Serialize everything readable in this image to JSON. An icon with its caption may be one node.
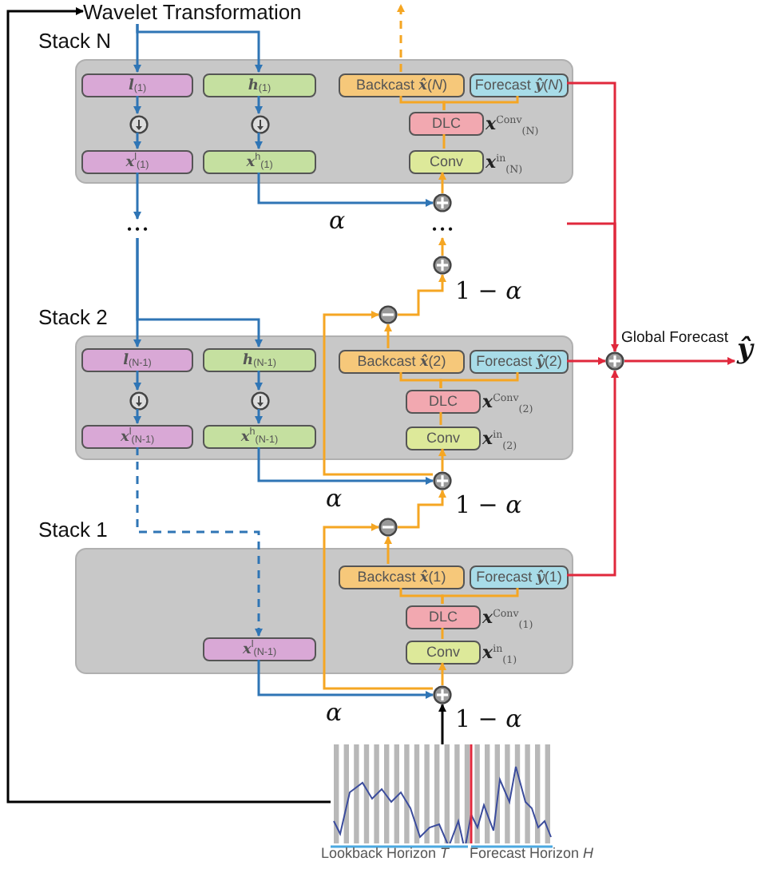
{
  "diagram": {
    "nodes": [
      {
        "text": [
          "Wavelet Transformation"
        ]
      },
      {
        "text": [
          "Stack N"
        ]
      },
      {
        "text": [
          "**l**$_{(1)}$"
        ],
        "in": 1
      },
      {
        "text": [
          "**h**$_{(1)}$"
        ],
        "in": 1
      },
      {
        "text": [
          "Backcast **x̂**(*N*)"
        ],
        "in": 1
      },
      {
        "text": [
          "Forecast **ŷ**(*N*)"
        ],
        "in": 1
      },
      {
        "text": [],
        "shape": "circle",
        "in": 1
      },
      {
        "text": [],
        "shape": "circle",
        "in": 1
      },
      {
        "text": [
          "DLC"
        ],
        "in": 1,
        "beside": [
          "**x**$^{Conv}$$_{(N)}$"
        ]
      },
      {
        "text": [
          "**x**$^{l}$$_{(1)}$"
        ],
        "in": 1
      },
      {
        "text": [
          "**x**$^{h}$$_{(1)}$"
        ],
        "in": 1
      },
      {
        "text": [
          "Conv"
        ],
        "in": 1,
        "beside": [
          "**x**$^{in}$$_{(N)}$"
        ]
      },
      {
        "text": [],
        "shape": "circle"
      },
      {
        "text": [
          "• • •"
        ]
      },
      {
        "text": [
          "• • •"
        ]
      },
      {
        "text": [],
        "shape": "circle"
      },
      {
        "text": [],
        "shape": "circle"
      },
      {
        "text": [
          "Stack 2"
        ]
      },
      {
        "text": [
          "**l**$_{(N-1)}$"
        ],
        "in": 17
      },
      {
        "text": [
          "**h**$_{(N-1)}$"
        ],
        "in": 17
      },
      {
        "text": [
          "Backcast **x̂**(2)"
        ],
        "in": 17
      },
      {
        "text": [
          "Forecast **ŷ**(2)"
        ],
        "in": 17
      },
      {
        "text": [],
        "shape": "circle",
        "in": 17
      },
      {
        "text": [],
        "shape": "circle",
        "in": 17
      },
      {
        "text": [
          "DLC"
        ],
        "in": 17,
        "beside": [
          "**x**$^{Conv}$$_{(2)}$"
        ]
      },
      {
        "text": [
          "**x**$^{l}$$_{(N-1)}$"
        ],
        "in": 17
      },
      {
        "text": [
          "**x**$^{h}$$_{(N-1)}$"
        ],
        "in": 17
      },
      {
        "text": [
          "Conv"
        ],
        "in": 17,
        "beside": [
          "**x**$^{in}$$_{(2)}$"
        ]
      },
      {
        "text": [],
        "shape": "circle"
      },
      {
        "text": [],
        "shape": "circle"
      },
      {
        "text": [
          "Stack 1"
        ]
      },
      {
        "text": [
          "Backcast **x̂**(1)"
        ],
        "in": 30
      },
      {
        "text": [
          "Forecast **ŷ**(1)"
        ],
        "in": 30
      },
      {
        "text": [
          "DLC"
        ],
        "in": 30,
        "beside": [
          "**x**$^{Conv}$$_{(1)}$"
        ]
      },
      {
        "text": [
          "**x**$^{l}$$_{(N-1)}$"
        ],
        "in": 30
      },
      {
        "text": [
          "Conv"
        ],
        "in": 30,
        "beside": [
          "**x**$^{in}$$_{(1)}$"
        ]
      },
      {
        "text": [],
        "shape": "circle"
      },
      {
        "text": [],
        "shape": "picture",
        "beside": [
          "Lookback Horizon *T*",
          "Forecast Horizon *H*"
        ]
      },
      {
        "text": [],
        "shape": "circle",
        "beside": [
          "Global Forecast"
        ]
      },
      {
        "text": [
          "ŷ"
        ]
      }
    ],
    "edges": [
      {
        "from": 37,
        "to": 0,
        "arrow": "to",
        "color": "#000000"
      },
      {
        "from": 0,
        "to": 2,
        "arrow": "to",
        "color": "#2f75b5"
      },
      {
        "from": 0,
        "to": 3,
        "arrow": "to",
        "color": "#2f75b5"
      },
      {
        "from": 2,
        "to": 6,
        "arrow": "to",
        "color": "#2f75b5"
      },
      {
        "from": 6,
        "to": 9,
        "arrow": "to",
        "color": "#2f75b5"
      },
      {
        "from": 3,
        "to": 7,
        "arrow": "to",
        "color": "#2f75b5"
      },
      {
        "from": 7,
        "to": 10,
        "arrow": "to",
        "color": "#2f75b5"
      },
      {
        "from": 9,
        "to": 13,
        "arrow": "to",
        "color": "#2f75b5"
      },
      {
        "from": 10,
        "to": 12,
        "arrow": "to",
        "color": "#2f75b5",
        "label": "*α*"
      },
      {
        "from": 13,
        "to": 18,
        "arrow": "to",
        "color": "#2f75b5"
      },
      {
        "from": 13,
        "to": 19,
        "arrow": "to",
        "color": "#2f75b5"
      },
      {
        "from": 18,
        "to": 22,
        "arrow": "to",
        "color": "#2f75b5"
      },
      {
        "from": 22,
        "to": 25,
        "arrow": "to",
        "color": "#2f75b5"
      },
      {
        "from": 19,
        "to": 23,
        "arrow": "to",
        "color": "#2f75b5"
      },
      {
        "from": 23,
        "to": 26,
        "arrow": "to",
        "color": "#2f75b5"
      },
      {
        "from": 25,
        "to": 34,
        "arrow": "to",
        "color": "#2f75b5",
        "style": "dashed"
      },
      {
        "from": 26,
        "to": 28,
        "arrow": "to",
        "color": "#2f75b5",
        "label": "*α*"
      },
      {
        "from": 34,
        "to": 36,
        "arrow": "to",
        "color": "#2f75b5",
        "label": "*α*"
      },
      {
        "from": 37,
        "to": 36,
        "arrow": "to",
        "color": "#000000",
        "label": "1 − *α*"
      },
      {
        "from": 36,
        "to": 35,
        "arrow": "to"
      },
      {
        "from": 35,
        "to": 33,
        "arrow": "none"
      },
      {
        "from": 33,
        "to": 31,
        "arrow": "none"
      },
      {
        "from": 33,
        "to": 32,
        "arrow": "none"
      },
      {
        "from": 31,
        "to": 29,
        "arrow": "to"
      },
      {
        "from": 36,
        "to": 29,
        "arrow": "to"
      },
      {
        "from": 29,
        "to": 28,
        "arrow": "to",
        "label": "1 − *α*"
      },
      {
        "from": 28,
        "to": 27,
        "arrow": "to"
      },
      {
        "from": 27,
        "to": 24,
        "arrow": "none"
      },
      {
        "from": 24,
        "to": 20,
        "arrow": "none"
      },
      {
        "from": 24,
        "to": 21,
        "arrow": "none"
      },
      {
        "from": 20,
        "to": 16,
        "arrow": "to"
      },
      {
        "from": 28,
        "to": 16,
        "arrow": "to"
      },
      {
        "from": 16,
        "to": 15,
        "arrow": "to",
        "label": "1 − *α*"
      },
      {
        "from": 15,
        "to": 14,
        "arrow": "to"
      },
      {
        "from": 12,
        "to": 11,
        "arrow": "to"
      },
      {
        "from": 11,
        "to": 8,
        "arrow": "none"
      },
      {
        "from": 8,
        "to": 4,
        "arrow": "none"
      },
      {
        "from": 8,
        "to": 5,
        "arrow": "none"
      },
      {
        "from": 4,
        "to": null,
        "arrow": "to",
        "style": "dashed"
      },
      {
        "from": 5,
        "to": 38,
        "arrow": "to",
        "color": "#e0283c"
      },
      {
        "from": 21,
        "to": 38,
        "arrow": "to",
        "color": "#e0283c"
      },
      {
        "from": 32,
        "to": 38,
        "arrow": "to",
        "color": "#e0283c"
      },
      {
        "from": null,
        "to": 38,
        "arrow": "none",
        "color": "#e0283c"
      },
      {
        "from": 38,
        "to": 39,
        "arrow": "to",
        "color": "#e0283c"
      }
    ]
  }
}
